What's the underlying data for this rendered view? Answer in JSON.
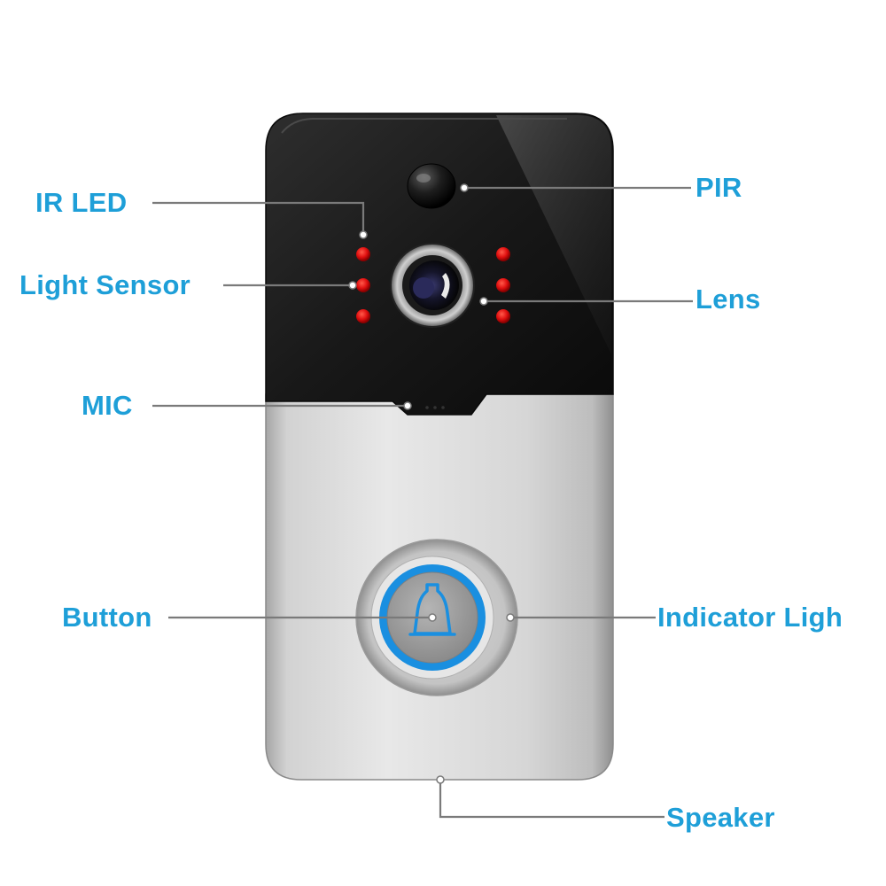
{
  "labels": {
    "ir_led": "IR LED",
    "light_sensor": "Light Sensor",
    "mic": "MIC",
    "button": "Button",
    "pir": "PIR",
    "lens": "Lens",
    "indicator_light": "Indicator Ligh",
    "speaker": "Speaker"
  },
  "colors": {
    "label_text": "#1E9FD8",
    "leader_line": "#7a7a7a",
    "device_top": "#1c1c1c",
    "device_body": "#c8c8c8",
    "ir_led": "#e01010",
    "button_ring": "#1a8fe0",
    "button_face": "#9a9a9a"
  },
  "icons": {
    "button_symbol": "bell-icon"
  }
}
